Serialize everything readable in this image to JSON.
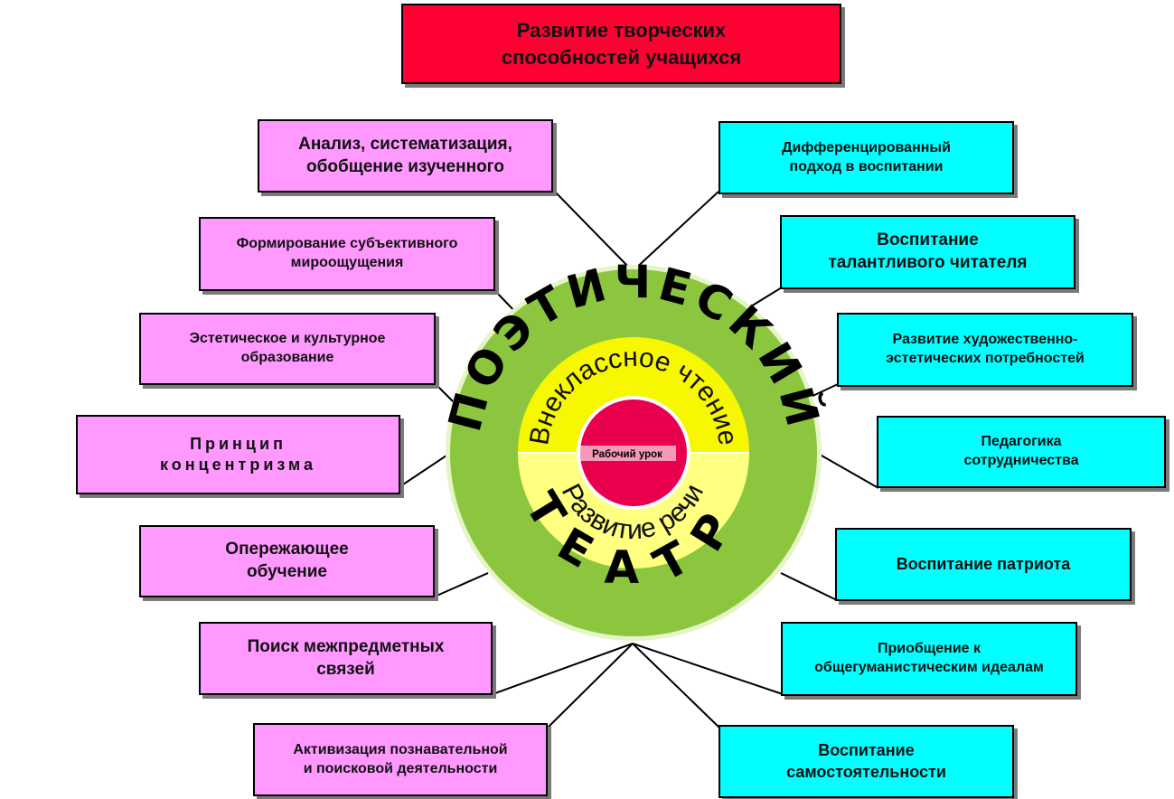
{
  "title": "Развитие творческих\nспособностей учащихся",
  "left_boxes": [
    "Анализ, систематизация,\nобобщение изученного",
    "Формирование субъективного\nмироощущения",
    "Эстетическое и культурное\nобразование",
    "Принцип\nконцентризма",
    "Опережающее\nобучение",
    "Поиск межпредметных\nсвязей",
    "Активизация познавательной\nи поисковой деятельности"
  ],
  "right_boxes": [
    "Дифференцированный\nподход в воспитании",
    "Воспитание\nталантливого читателя",
    "Развитие художественно-\nэстетических потребностей",
    "Педагогика\nсотрудничества",
    "Воспитание патриота",
    "Приобщение к\nобщегуманистическим идеалам",
    "Воспитание\nсамостоятельности"
  ],
  "circle": {
    "outer_top": "ПОЭТИЧЕСКИЙ",
    "outer_bottom": "ТЕАТР",
    "inner_top": "Внеклассное чтение",
    "inner_bottom": "Развитие речи",
    "core": "Рабочий урок"
  },
  "colors": {
    "title_bg": "#ff0033",
    "left_bg": "#ff99ff",
    "right_bg": "#00ffff",
    "outer_ring": "#8cc63f",
    "inner_ring_top": "#f7f700",
    "inner_ring_bottom": "#ffff80",
    "core": "#e8004f"
  }
}
